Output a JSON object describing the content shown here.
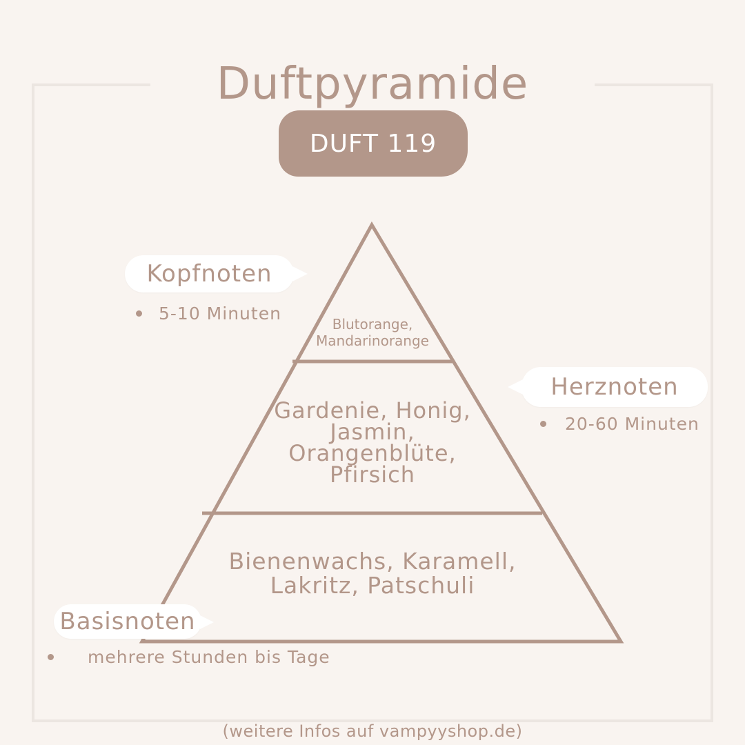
{
  "title": "Duftpyramide",
  "badge": "DUFT 119",
  "pyramid": {
    "top": "Blutorange, Mandarinorange",
    "top_lines": [
      "Blutorange,",
      "Mandarinorange"
    ],
    "middle_lines": [
      "Gardenie, Honig,",
      "Jasmin,",
      "Orangenblüte,",
      "Pfirsich"
    ],
    "bottom_lines": [
      "Bienenwachs, Karamell,",
      "Lakritz, Patschuli"
    ]
  },
  "notes": {
    "kopf": {
      "label": "Kopfnoten",
      "duration": "5-10 Minuten"
    },
    "herz": {
      "label": "Herznoten",
      "duration": "20-60 Minuten"
    },
    "basis": {
      "label": "Basisnoten",
      "duration": "mehrere Stunden bis Tage"
    }
  },
  "footer": "(weitere Infos auf vampyyshop.de)",
  "colors": {
    "background": "#f9f4f0",
    "accent": "#b3978a",
    "frame": "#ece6e1",
    "bubble": "#ffffff"
  }
}
